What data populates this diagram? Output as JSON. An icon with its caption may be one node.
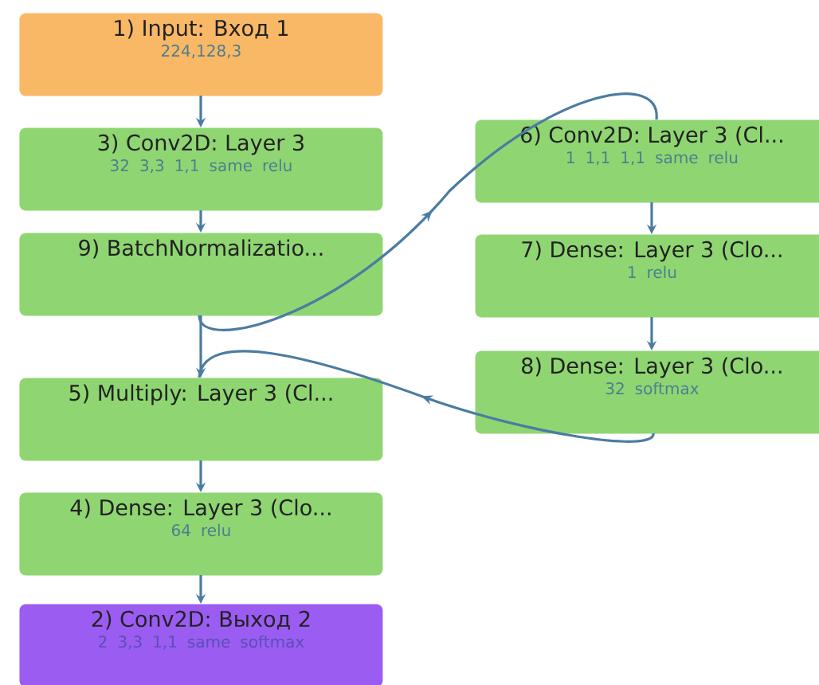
{
  "diagram": {
    "nodes": [
      {
        "text": [
          "1) Input: Вход 1",
          "224,128,3"
        ]
      },
      {
        "text": [
          "3) Conv2D: Layer 3",
          "32  3,3  1,1  same  relu"
        ]
      },
      {
        "text": [
          "9) BatchNormalizatio..."
        ]
      },
      {
        "text": [
          "5) Multiply: Layer 3 (Cl..."
        ]
      },
      {
        "text": [
          "4) Dense: Layer 3 (Clo...",
          "64  relu"
        ]
      },
      {
        "text": [
          "2) Conv2D: Выход 2",
          "2  3,3  1,1  same  softmax"
        ]
      },
      {
        "text": [
          "6) Conv2D: Layer 3 (Cl...",
          "1  1,1  1,1  same  relu"
        ]
      },
      {
        "text": [
          "7) Dense: Layer 3 (Clo...",
          "1  relu"
        ]
      },
      {
        "text": [
          "8) Dense: Layer 3 (Clo...",
          "32  softmax"
        ]
      }
    ],
    "edges": [
      {
        "from": 0,
        "to": 1,
        "arrow": "to"
      },
      {
        "from": 1,
        "to": 2,
        "arrow": "to"
      },
      {
        "from": 2,
        "to": 3,
        "arrow": "to"
      },
      {
        "from": 2,
        "to": 6,
        "arrow": "to"
      },
      {
        "from": 6,
        "to": 7,
        "arrow": "to"
      },
      {
        "from": 7,
        "to": 8,
        "arrow": "to"
      },
      {
        "from": 8,
        "to": 3,
        "arrow": "to"
      },
      {
        "from": 3,
        "to": 4,
        "arrow": "to"
      },
      {
        "from": 4,
        "to": 5,
        "arrow": "to"
      }
    ]
  }
}
